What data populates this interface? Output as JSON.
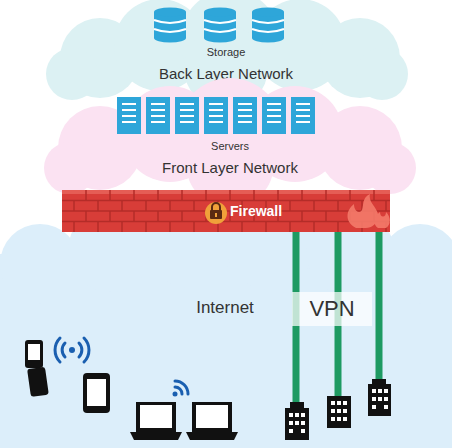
{
  "diagram": {
    "nodes": [
      {
        "text": [
          "Storage",
          "Back Layer Network"
        ]
      },
      {
        "text": [
          "Servers",
          "Front Layer Network"
        ]
      },
      {
        "text": [
          "Firewall"
        ]
      },
      {
        "text": [
          "Internet"
        ]
      },
      {
        "text": [
          "VPN"
        ],
        "in": 3
      }
    ]
  }
}
